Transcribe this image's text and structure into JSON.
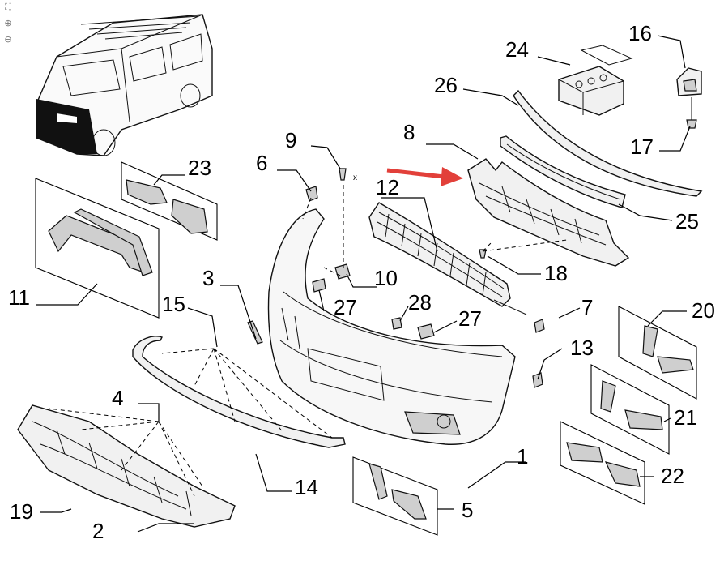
{
  "viewer": {
    "icons": [
      "fit-page-icon",
      "zoom-in-icon",
      "zoom-out-icon"
    ],
    "icon_glyphs": {
      "fit": "⛶",
      "zoom_in": "⊕",
      "zoom_out": "⊖"
    }
  },
  "diagram": {
    "arrow_color": "#e2403a",
    "callouts": {
      "n1": "1",
      "n2": "2",
      "n3": "3",
      "n4": "4",
      "n5": "5",
      "n6": "6",
      "n7": "7",
      "n8": "8",
      "n9": "9",
      "n10": "10",
      "n11": "11",
      "n12": "12",
      "n13": "13",
      "n14": "14",
      "n15": "15",
      "n16": "16",
      "n17": "17",
      "n18": "18",
      "n19": "19",
      "n20": "20",
      "n21": "21",
      "n22": "22",
      "n23": "23",
      "n24": "24",
      "n25": "25",
      "n26": "26",
      "n27a": "27",
      "n27b": "27",
      "n28": "28"
    },
    "axis_mark": "x"
  }
}
